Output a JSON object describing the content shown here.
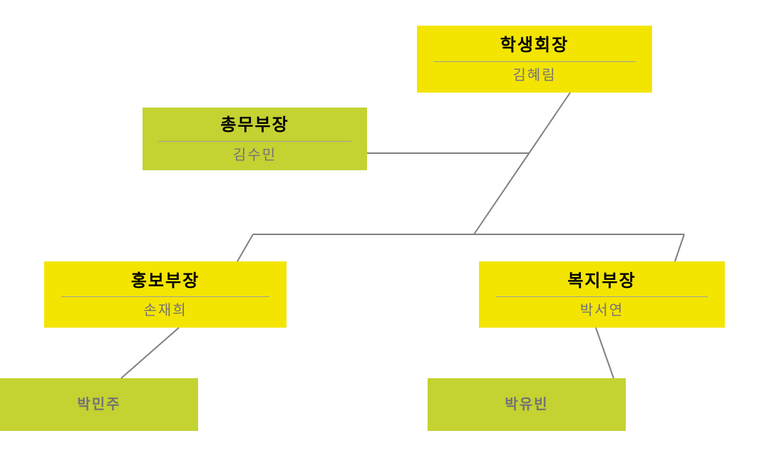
{
  "diagram": {
    "type": "org-chart",
    "language": "ko",
    "colors": {
      "yellow": "#f3e500",
      "green": "#c4d232",
      "shadow": "#a9a9a9",
      "connector": "#808080",
      "title_text": "#000000",
      "name_text": "#737373",
      "separator": "#9e9e9e"
    },
    "nodes": {
      "president": {
        "title": "학생회장",
        "name": "김혜림",
        "color": "yellow"
      },
      "general_affairs": {
        "title": "총무부장",
        "name": "김수민",
        "color": "green"
      },
      "pr": {
        "title": "홍보부장",
        "name": "손재희",
        "color": "yellow"
      },
      "welfare": {
        "title": "복지부장",
        "name": "박서연",
        "color": "yellow"
      },
      "member_pr": {
        "name": "박민주",
        "color": "green"
      },
      "member_welfare": {
        "name": "박유빈",
        "color": "green"
      }
    },
    "edges": [
      {
        "from": "president",
        "to": "junction"
      },
      {
        "from": "junction",
        "to": "pr"
      },
      {
        "from": "junction",
        "to": "welfare"
      },
      {
        "from": "general_affairs",
        "to": "president-branch"
      },
      {
        "from": "pr",
        "to": "member_pr"
      },
      {
        "from": "welfare",
        "to": "member_welfare"
      }
    ]
  }
}
